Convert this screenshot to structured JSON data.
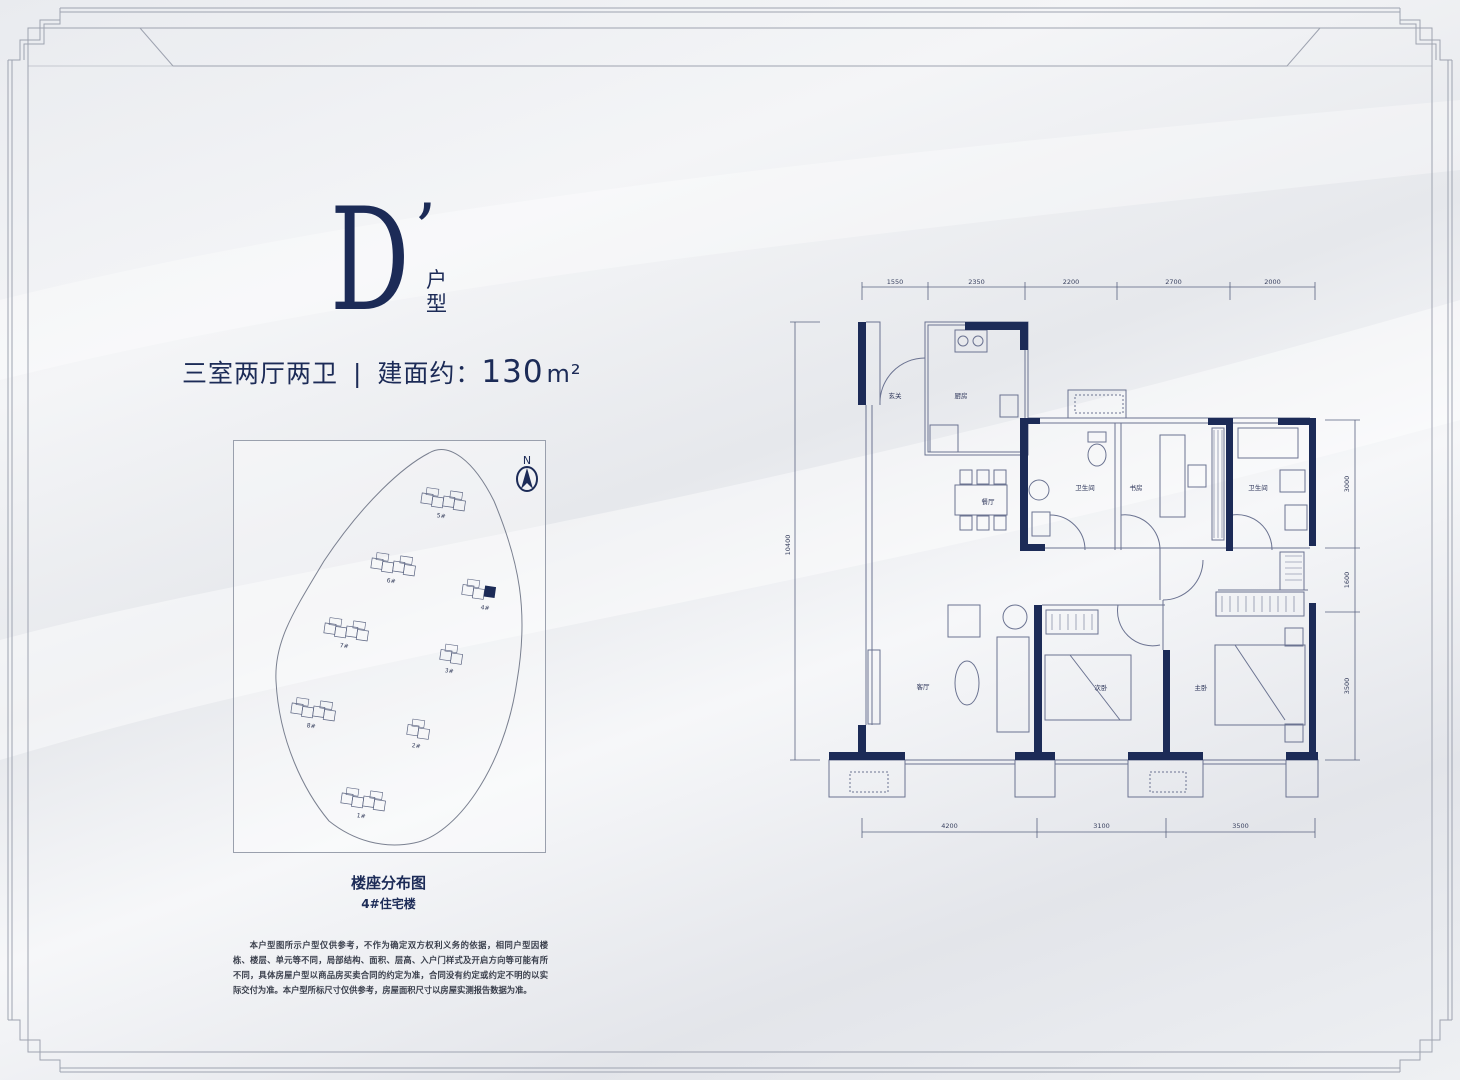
{
  "title": {
    "letter": "D",
    "prime": "’",
    "suffix_line1": "户",
    "suffix_line2": "型"
  },
  "subtitle": {
    "layout": "三室两厅两卫",
    "separator": "|",
    "area_label": "建面约：",
    "area_value": "130",
    "area_unit": "m²"
  },
  "site_plan": {
    "caption": "楼座分布图",
    "building_label": "4#住宅楼",
    "north_label": "N",
    "buildings": [
      "5#",
      "6#",
      "4#",
      "7#",
      "3#",
      "8#",
      "2#",
      "1#"
    ],
    "highlighted": "4#"
  },
  "disclaimer": "本户型图所示户型仅供参考，不作为确定双方权利义务的依据，相同户型因楼栋、楼层、单元等不同，局部结构、面积、层高、入户门样式及开启方向等可能有所不同，具体房屋户型以商品房买卖合同的约定为准，合同没有约定或约定不明的以实际交付为准。本户型所标尺寸仅供参考，房屋面积尺寸以房屋实测报告数据为准。",
  "floor_plan": {
    "rooms": {
      "entry": "玄关",
      "kitchen": "厨房",
      "dining": "餐厅",
      "bath1": "卫生间",
      "study": "书房",
      "bath2": "卫生间",
      "living": "客厅",
      "second_bedroom": "次卧",
      "master_bedroom": "主卧"
    },
    "dims_top": [
      "1550",
      "2350",
      "2200",
      "2700",
      "2000"
    ],
    "dims_bottom": [
      "4200",
      "3100",
      "3500"
    ],
    "dims_right": [
      "3000",
      "1600",
      "3500"
    ],
    "dims_left": [
      "10400"
    ]
  },
  "colors": {
    "navy": "#1c2b57",
    "line": "#5a6380"
  }
}
